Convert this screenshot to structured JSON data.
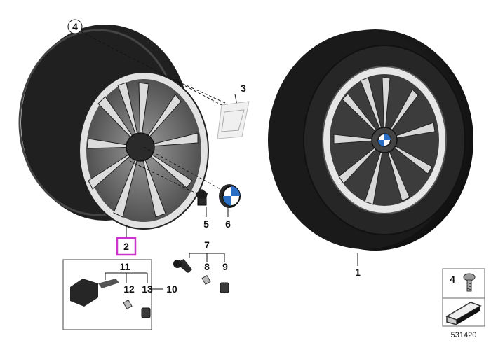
{
  "callouts": {
    "c1": "1",
    "c2": "2",
    "c3": "3",
    "c4": "4",
    "c5": "5",
    "c6": "6",
    "c7": "7",
    "c8": "8",
    "c9": "9",
    "c10": "10",
    "c11": "11",
    "c12": "12",
    "c13": "13"
  },
  "legend": {
    "part_number": "4"
  },
  "reference_number": "531420",
  "colors": {
    "highlight": "#cc33cc",
    "tire": "#1c1c1c",
    "rim_dark": "#2e2e2e",
    "spoke_light": "#cfcfcf",
    "box_border": "#444444"
  }
}
